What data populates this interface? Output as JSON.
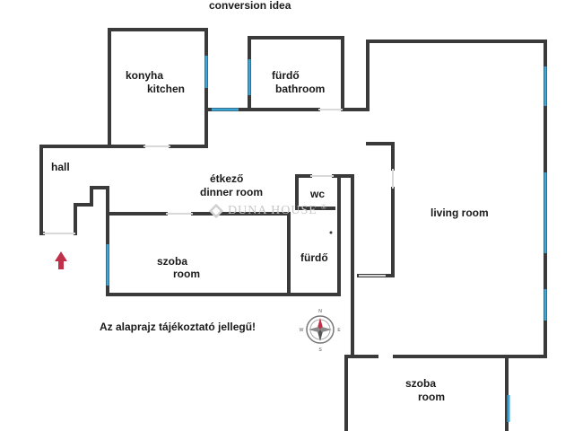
{
  "title": "conversion idea",
  "rooms": {
    "kitchen_hu": "konyha",
    "kitchen_en": "kitchen",
    "bathroom_hu": "fürdő",
    "bathroom_en": "bathroom",
    "hall": "hall",
    "dining_hu": "étkező",
    "dining_en": "dinner room",
    "wc": "wc",
    "living": "living room",
    "room1_hu": "szoba",
    "room1_en": "room",
    "bath2_hu": "fürdő",
    "room2_hu": "szoba",
    "room2_en": "room"
  },
  "disclaimer": "Az alaprajz tájékoztató jellegű!",
  "watermark": "DUNA HOUSE",
  "watermark_mark": "®",
  "compass": {
    "n": "N",
    "s": "S",
    "e": "E",
    "w": "W"
  },
  "colors": {
    "wall": "#3a3a3a",
    "window": "#3aa6d8",
    "arrow": "#c0304a"
  }
}
